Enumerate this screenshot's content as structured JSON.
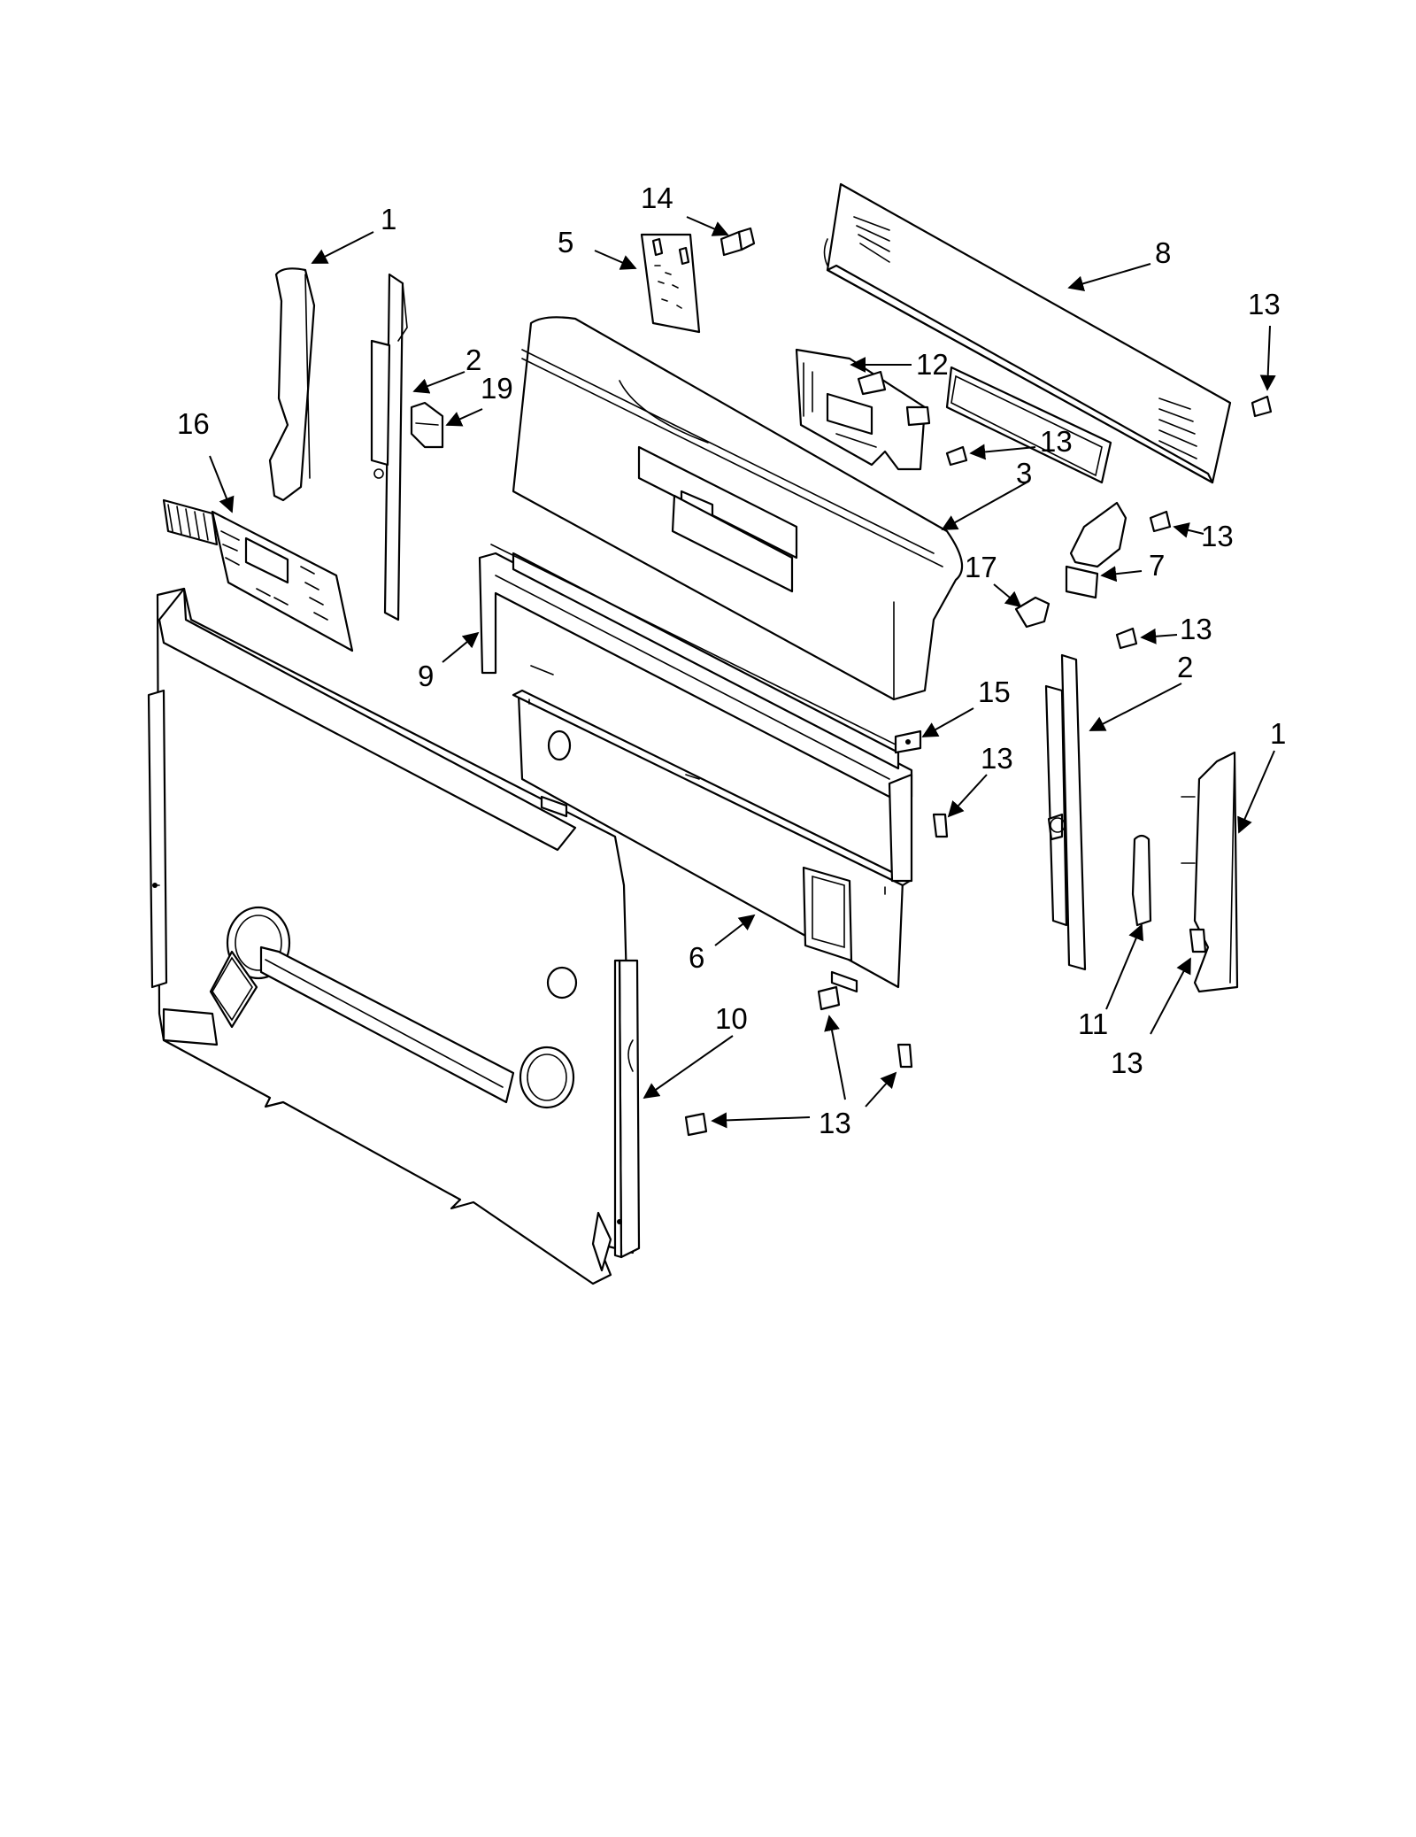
{
  "callouts": [
    {
      "label": "1"
    },
    {
      "label": "2"
    },
    {
      "label": "19"
    },
    {
      "label": "16"
    },
    {
      "label": "14"
    },
    {
      "label": "5"
    },
    {
      "label": "12"
    },
    {
      "label": "13"
    },
    {
      "label": "3"
    },
    {
      "label": "8"
    },
    {
      "label": "13"
    },
    {
      "label": "13"
    },
    {
      "label": "17"
    },
    {
      "label": "7"
    },
    {
      "label": "13"
    },
    {
      "label": "2"
    },
    {
      "label": "1"
    },
    {
      "label": "9"
    },
    {
      "label": "15"
    },
    {
      "label": "13"
    },
    {
      "label": "6"
    },
    {
      "label": "10"
    },
    {
      "label": "13"
    },
    {
      "label": "11"
    },
    {
      "label": "13"
    }
  ]
}
